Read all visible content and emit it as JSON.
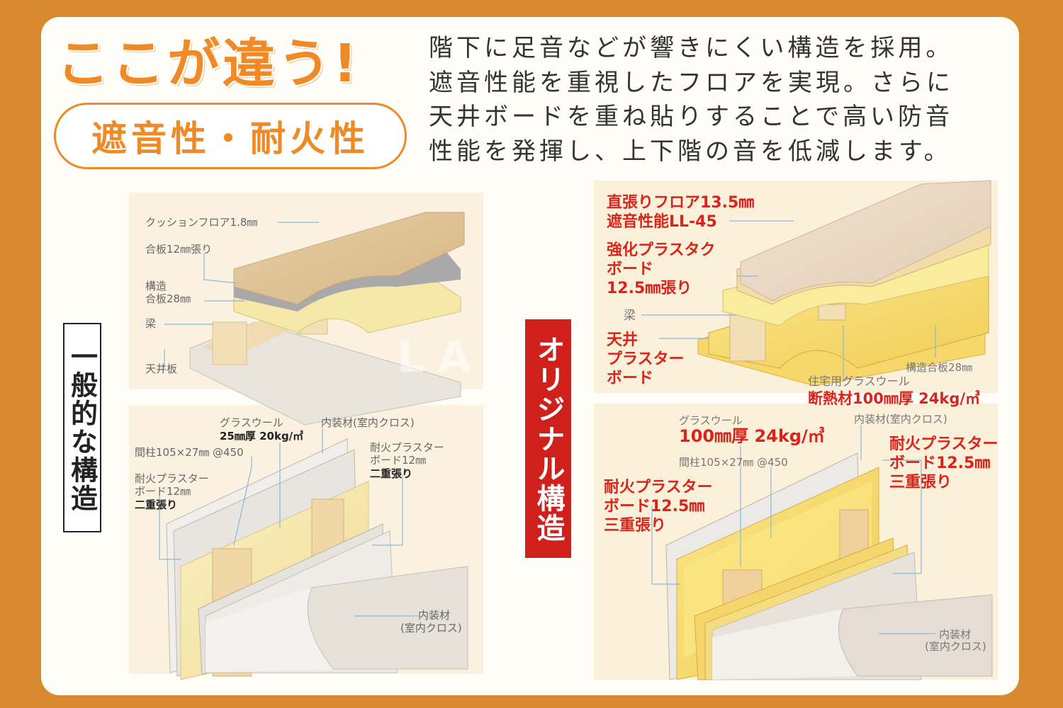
{
  "headline": "ここが違う!",
  "badge": "遮音性・耐火性",
  "description_lines": [
    "階下に足音などが響きにくい構造を採用。",
    "遮音性能を重視したフロアを実現。さらに",
    "天井ボードを重ね貼りすることで高い防音",
    "性能を発揮し、上下階の音を低減します。"
  ],
  "left": {
    "title": "一般的な構造",
    "floor": {
      "cushion": "クッションフロア1.8㎜",
      "plywood": "合板12㎜張り",
      "structural_plywood": [
        "構造",
        "合板28㎜"
      ],
      "beam": "梁",
      "ceiling": "天井板"
    },
    "wall": {
      "glasswool": "グラスウール",
      "glasswool_spec": "25㎜厚 20kg/㎥",
      "interior": "内装材(室内クロス)",
      "stud": "間柱105×27㎜ @450",
      "board_left": [
        "耐火プラスター",
        "ボード12㎜"
      ],
      "board_left_spec": "二重張り",
      "board_right": [
        "耐火プラスター",
        "ボード12㎜"
      ],
      "board_right_spec": "二重張り",
      "interior_bottom": [
        "内装材",
        "(室内クロス)"
      ]
    }
  },
  "right": {
    "title": "オリジナル構造",
    "floor": {
      "flooring": [
        "直張りフロア13.5㎜",
        "遮音性能LL-45"
      ],
      "tough_board": [
        "強化プラスタク",
        "ボード",
        "12.5㎜張り"
      ],
      "beam": "梁",
      "ceiling_board": [
        "天井",
        "プラスター",
        "ボード"
      ],
      "structural_plywood": "構造合板28㎜",
      "insulation_label": "住宅用グラスウール",
      "insulation_spec": "断熱材100㎜厚 24kg/㎥"
    },
    "wall": {
      "glasswool": "グラスウール",
      "glasswool_spec": "100㎜厚 24kg/㎥",
      "interior": "内装材(室内クロス)",
      "stud": "間柱105×27㎜ @450",
      "board_left": [
        "耐火プラスター",
        "ボード12.5㎜",
        "三重張り"
      ],
      "board_right": [
        "耐火プラスター",
        "ボード12.5㎜",
        "三重張り"
      ],
      "interior_bottom": [
        "内装材",
        "(室内クロス)"
      ]
    }
  },
  "watermark": "LAND",
  "colors": {
    "orange": "#f08a26",
    "red": "#d9241c",
    "frame": "#d98a2e"
  }
}
